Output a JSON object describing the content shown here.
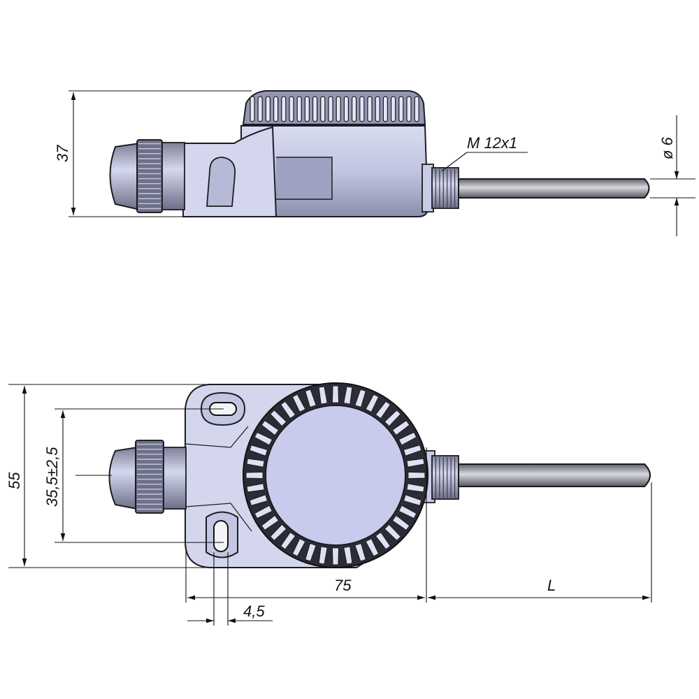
{
  "drawing": {
    "labels": {
      "height_37": "37",
      "thread": "M 12x1",
      "diameter": "ø 6",
      "height_55": "55",
      "mount_spacing": "35,5±2,5",
      "width_75": "75",
      "probe_length": "L",
      "hole_width": "4,5"
    },
    "colors": {
      "housing": "#b9bcd8",
      "housing_light": "#d3d6ec",
      "outline": "#1c1c24",
      "probe": "#9a9ca8"
    }
  }
}
